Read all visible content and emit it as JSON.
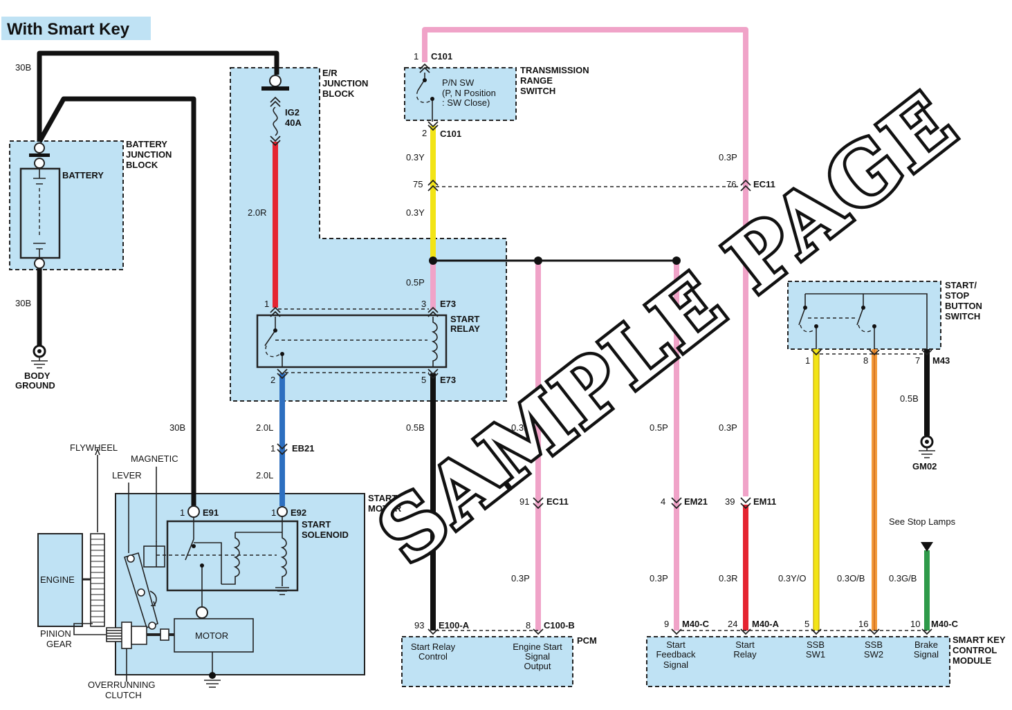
{
  "title": "With Smart Key",
  "watermark": "SAMPLE PAGE",
  "colors": {
    "box_fill": "#bfe2f4",
    "wire_black": "#111111",
    "wire_red": "#e52431",
    "wire_blue": "#2d6fc0",
    "wire_pink": "#f0a3c8",
    "wire_yellow": "#f2e416",
    "wire_orange": "#f39a3a",
    "wire_green": "#2e9a4a"
  },
  "components": {
    "battery_junction": [
      "BATTERY",
      "JUNCTION",
      "BLOCK"
    ],
    "battery": "BATTERY",
    "body_ground": [
      "BODY",
      "GROUND"
    ],
    "er_junction": [
      "E/R",
      "JUNCTION",
      "BLOCK"
    ],
    "fuse_name": "IG2",
    "fuse_rating": "40A",
    "start_relay": [
      "START",
      "RELAY"
    ],
    "trs": [
      "TRANSMISSION",
      "RANGE",
      "SWITCH"
    ],
    "pn_sw": [
      "P/N SW",
      "(P, N Position",
      ": SW Close)"
    ],
    "start_stop": [
      "START/",
      "STOP",
      "BUTTON",
      "SWITCH"
    ],
    "gm02": "GM02",
    "start_motor": [
      "START",
      "MOTOR"
    ],
    "start_solenoid": [
      "START",
      "SOLENOID"
    ],
    "flywheel": "FLYWHEEL",
    "magnetic": "MAGNETIC",
    "lever": "LEVER",
    "engine": "ENGINE",
    "motor": "MOTOR",
    "pinion_gear": [
      "PINION",
      "GEAR"
    ],
    "overrunning_clutch": [
      "OVERRUNNING",
      "CLUTCH"
    ],
    "see_stop_lamps": "See Stop Lamps",
    "pcm": "PCM",
    "pcm_pins": [
      [
        "Start Relay",
        "Control"
      ],
      [
        "Engine Start",
        "Signal",
        "Output"
      ]
    ],
    "skcm": [
      "SMART KEY",
      "CONTROL",
      "MODULE"
    ],
    "skcm_pins": [
      [
        "Start",
        "Feedback",
        "Signal"
      ],
      [
        "Start",
        "Relay"
      ],
      [
        "SSB",
        "SW1"
      ],
      [
        "SSB",
        "SW2"
      ],
      [
        "Brake",
        "Signal"
      ]
    ]
  },
  "wire_labels": {
    "w30b_top": "30B",
    "w30b_bat": "30B",
    "w30b_motor": "30B",
    "w2_0r": "2.0R",
    "w2_0l_a": "2.0L",
    "w2_0l_b": "2.0L",
    "w0_3y_a": "0.3Y",
    "w0_3y_b": "0.3Y",
    "w0_5p": "0.5P",
    "w0_5b": "0.5B",
    "w0_3p_top": "0.3P",
    "w0_3p_pcm_a": "0.3P",
    "w0_3p_pcm_b": "0.3P",
    "w0_5p_em21": "0.5P",
    "w0_3p_em21": "0.3P",
    "w0_3p_em11": "0.3P",
    "w0_3r": "0.3R",
    "w0_3yo": "0.3Y/O",
    "w0_3ob": "0.3O/B",
    "w0_3gb": "0.3G/B",
    "w0_5b_gm02": "0.5B"
  },
  "connectors": {
    "c101_1": {
      "pin": "1",
      "name": "C101"
    },
    "c101_2": {
      "pin": "2",
      "name": "C101"
    },
    "ec11_75": {
      "pin": "75"
    },
    "ec11_76": {
      "pin": "76",
      "name": "EC11"
    },
    "e73_1": {
      "pin": "1"
    },
    "e73_3": {
      "pin": "3",
      "name": "E73"
    },
    "e73_2": {
      "pin": "2"
    },
    "e73_5": {
      "pin": "5",
      "name": "E73"
    },
    "eb21": {
      "pin": "1",
      "name": "EB21"
    },
    "e91": {
      "pin": "1",
      "name": "E91"
    },
    "e92": {
      "pin": "1",
      "name": "E92"
    },
    "ec11_91": {
      "pin": "91",
      "name": "EC11"
    },
    "em21": {
      "pin": "4",
      "name": "EM21"
    },
    "em11": {
      "pin": "39",
      "name": "EM11"
    },
    "m43_1": {
      "pin": "1"
    },
    "m43_8": {
      "pin": "8"
    },
    "m43_7": {
      "pin": "7",
      "name": "M43"
    },
    "e100a": {
      "pin": "93",
      "name": "E100-A"
    },
    "c100b": {
      "pin": "8",
      "name": "C100-B"
    },
    "m40c_9": {
      "pin": "9",
      "name": "M40-C"
    },
    "m40a": {
      "pin": "24",
      "name": "M40-A"
    },
    "m40_5": {
      "pin": "5"
    },
    "m40_16": {
      "pin": "16"
    },
    "m40c_10": {
      "pin": "10",
      "name": "M40-C"
    }
  }
}
